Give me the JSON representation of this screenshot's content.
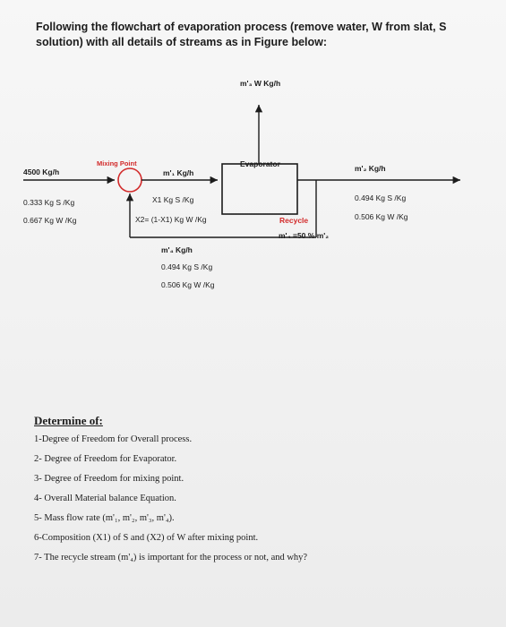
{
  "heading": "Following the flowchart of evaporation process (remove water, W from slat, S solution) with all details of streams as in Figure below:",
  "diagram": {
    "vapor_stream": "m'₃ W Kg/h",
    "mixing_point_label": "Mixing Point",
    "evaporator_label": "Evaporator",
    "feed_rate": "4500 Kg/h",
    "feed_s": "0.333 Kg S /Kg",
    "feed_w": "0.667 Kg W /Kg",
    "mixed_rate": "m'₁ Kg/h",
    "mixed_x1": "X1 Kg S /Kg",
    "mixed_x2": "X2= (1-X1) Kg W /Kg",
    "product_rate": "m'₂ Kg/h",
    "product_s": "0.494 Kg S /Kg",
    "product_w": "0.506 Kg W /Kg",
    "recycle_label": "Recycle",
    "recycle_relation": "m'₄ =50 % m'₂",
    "recycle_rate": "m'₄ Kg/h",
    "recycle_s": "0.494 Kg S /Kg",
    "recycle_w": "0.506 Kg W /Kg"
  },
  "questions": {
    "title": "Determine of:",
    "items": [
      "1-Degree of Freedom for Overall process.",
      "2- Degree of Freedom for Evaporator.",
      "3- Degree of Freedom for mixing point.",
      "4- Overall Material balance Equation.",
      "5- Mass flow rate (m'₁, m'₂, m'₃, m'₄).",
      "6-Composition (X1) of S and (X2) of W after mixing point.",
      "7- The recycle stream (m'₄) is important for the process or not, and why?"
    ]
  }
}
